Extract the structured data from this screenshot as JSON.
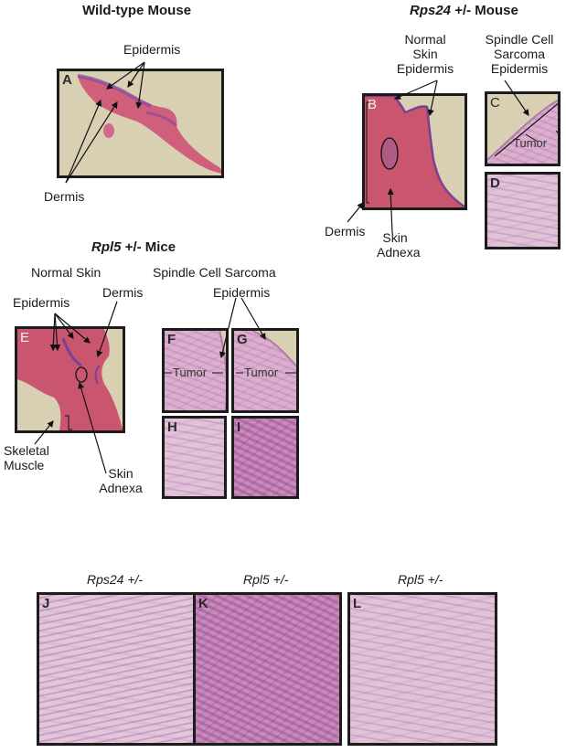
{
  "figure": {
    "wildtype": {
      "title": "Wild-type Mouse",
      "labels": {
        "epidermis": "Epidermis",
        "dermis": "Dermis"
      },
      "panel": "A"
    },
    "rps24": {
      "title_gene": "Rps24",
      "title_rest": " +/-  Mouse",
      "normal_skin": {
        "line1": "Normal",
        "line2": "Skin",
        "line3": "Epidermis"
      },
      "sarcoma": {
        "line1": "Spindle Cell",
        "line2": "Sarcoma",
        "line3": "Epidermis"
      },
      "dermis": "Dermis",
      "adnexa": {
        "line1": "Skin",
        "line2": "Adnexa"
      },
      "tumor": "Tumor",
      "panels": [
        "B",
        "C",
        "D"
      ]
    },
    "rpl5": {
      "title_gene": "Rpl5",
      "title_rest": " +/-  Mice",
      "normal_skin": "Normal Skin",
      "dermis": "Dermis",
      "epidermis": "Epidermis",
      "sarcoma": "Spindle Cell Sarcoma",
      "sarcoma_epidermis": "Epidermis",
      "skeletal": {
        "line1": "Skeletal",
        "line2": "Muscle"
      },
      "adnexa": {
        "line1": "Skin",
        "line2": "Adnexa"
      },
      "tumor": "Tumor",
      "panels": [
        "E",
        "F",
        "G",
        "H",
        "I"
      ]
    },
    "bottom": {
      "subtitles": [
        "Rps24 +/-",
        "Rpl5 +/-",
        "Rpl5 +/-"
      ],
      "panels": [
        "J",
        "K",
        "L"
      ]
    },
    "colors": {
      "border": "#1c1c1c",
      "background_beige": "#d9d0b4",
      "he_pink": "#dcb0cc",
      "he_dense": "#c98ab6",
      "tissue_red": "#c9566e"
    }
  }
}
